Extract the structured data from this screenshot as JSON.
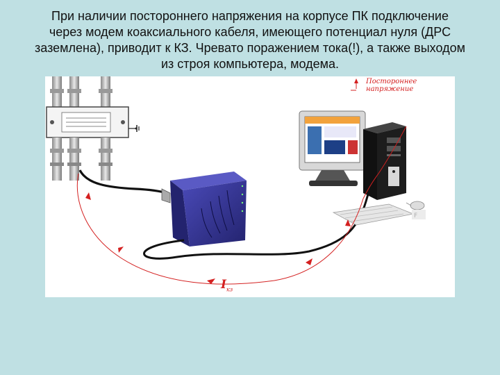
{
  "heading": {
    "lines": [
      "При наличии постороннего напряжения на корпусе ПК подключение",
      "через модем коаксиального кабеля, имеющего потенциал нуля (ДРС",
      "заземлена), приводит к КЗ. Чревато поражением тока(!), а также выходом",
      "из строя компьютера, модема."
    ]
  },
  "diagram": {
    "voltage_label": "Постороннее напряжение",
    "current_label": "I",
    "current_subscript": "кз",
    "colors": {
      "background": "#bfe0e3",
      "annotation": "#d42020",
      "modem": "#3a3aa0",
      "cable": "#111111"
    },
    "icons": [
      "splitter-box",
      "ground-symbol",
      "cable-modem",
      "crt-monitor",
      "pc-tower",
      "keyboard",
      "mouse",
      "voltage-arrow-icon"
    ]
  }
}
